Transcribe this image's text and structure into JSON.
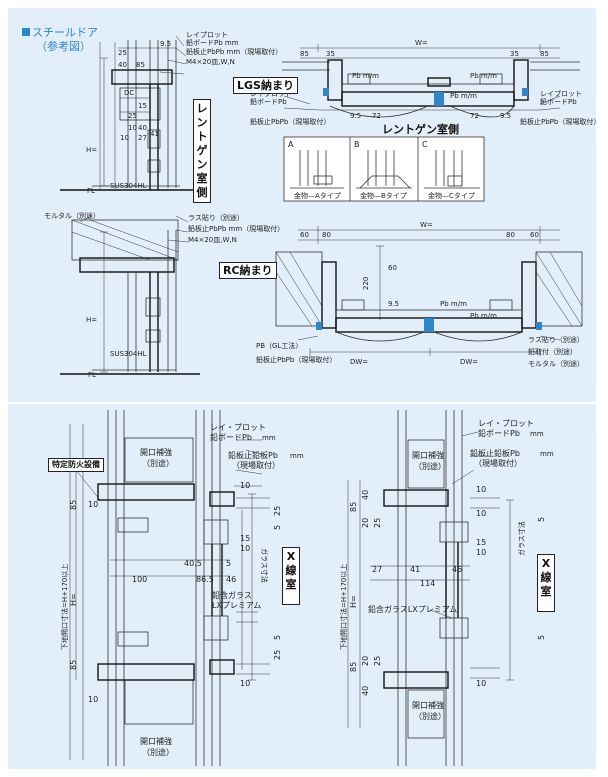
{
  "header": {
    "title": "スチールドア",
    "subtitle": "（参考図）"
  },
  "labels": {
    "lgs": "LGS納まり",
    "rc": "RC納まり",
    "roentgen_side_vertical": "レントゲン室側",
    "roentgen_side": "レントゲン室側",
    "xray_room": "X線室"
  },
  "top": {
    "s1": {
      "rail": "SUS304HL",
      "fl": "FL",
      "h": "H=",
      "lead_board": "レイプロット",
      "lead_board2": "鉛ボードPb mm",
      "lead_pb": "鉛板止PbPb mm（現場取付）",
      "bolt": "M4×20皿,W,N",
      "dc": "DC",
      "dims": [
        "25",
        "40",
        "85",
        "9.5",
        "15",
        "25",
        "40",
        "10",
        "41",
        "27",
        "10"
      ]
    },
    "lgs_plan": {
      "w": "W=",
      "pb": "Pb m/m",
      "lead_board": "レイプロット",
      "lead_board2": "鉛ボードPb",
      "pb_site": "鉛板止PbPb（現場取付）",
      "dims": [
        "85",
        "35",
        "35",
        "85",
        "9.5",
        "72",
        "72",
        "9.5"
      ]
    },
    "types": {
      "a": "A",
      "b": "B",
      "c": "C",
      "cap_a": "金物—Aタイプ",
      "cap_b": "金物—Bタイプ",
      "cap_c": "金物—Cタイプ"
    },
    "s2": {
      "mortar": "モルタル（別途）",
      "lath": "ラス貼り（別途）",
      "pb_site": "鉛板止PbPb mm（現場取付）",
      "bolt": "M4×20皿,W,N",
      "rail": "SUS304HL",
      "fl": "FL",
      "h": "H="
    },
    "rc_plan": {
      "w": "W=",
      "dw": "DW=",
      "pb": "Pb m/m",
      "pb_gl": "PB（GL工法）",
      "pb_site": "鉛板止PbPb（現場取付）",
      "lath": "ラス貼り（別途）",
      "site": "鉛取付（別途）",
      "mortar": "モルタル（別途）",
      "dims": [
        "60",
        "60",
        "80",
        "80",
        "220",
        "60",
        "9.5"
      ]
    }
  },
  "bottom": {
    "left": {
      "spec_box": "特定防火設備",
      "reinforce": "開口補強",
      "separate": "（別途）",
      "lead_board": "レイ・プロット",
      "lead_board2": "鉛ボードPb",
      "lead_pb": "鉛板止鉛板Pb",
      "site": "（現場取付）",
      "glass": "鉛含ガラス",
      "glass2": "LXプレミアム",
      "glass_size": "ガラス寸法",
      "opening": "下地開口寸法=H+170以上",
      "h": "H=",
      "unit": "mm",
      "dims": [
        "85",
        "10",
        "10",
        "25",
        "5",
        "15",
        "10",
        "40.5",
        "5",
        "100",
        "86.5",
        "46",
        "10",
        "25",
        "5",
        "85",
        "10"
      ]
    },
    "right": {
      "reinforce": "開口補強",
      "separate": "（別途）",
      "lead_board": "レイ・プロット",
      "lead_board2": "鉛ボードPb",
      "lead_pb": "鉛板止鉛板Pb",
      "site": "（現場取付）",
      "glass": "鉛含ガラスLXプレミアム",
      "glass_size": "ガラス寸法",
      "opening": "下地開口寸法=H+170以上",
      "h": "H=",
      "unit": "mm",
      "dims": [
        "85",
        "40",
        "20",
        "25",
        "10",
        "10",
        "5",
        "15",
        "10",
        "27",
        "41",
        "46",
        "114",
        "25",
        "20",
        "40",
        "85",
        "10",
        "5"
      ]
    }
  }
}
